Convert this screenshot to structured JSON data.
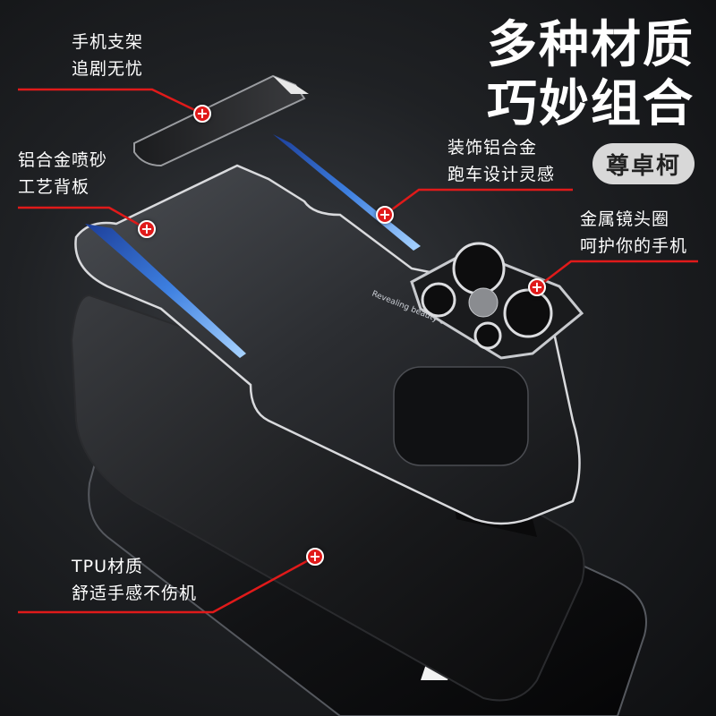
{
  "headline": {
    "line1": "多种材质",
    "line2": "巧妙组合"
  },
  "brand": "尊卓柯",
  "callouts": {
    "stand": {
      "line1": "手机支架",
      "line2": "追剧无忧"
    },
    "backplate": {
      "line1": "铝合金喷砂",
      "line2": "工艺背板"
    },
    "trim": {
      "line1": "装饰铝合金",
      "line2": "跑车设计灵感"
    },
    "lens_ring": {
      "line1": "金属镜头圈",
      "line2": "呵护你的手机"
    },
    "tpu": {
      "line1": "TPU材质",
      "line2": "舒适手感不伤机"
    }
  },
  "plate_text": "Revealing beauty of life",
  "marker_symbol": "+",
  "colors": {
    "marker": "#e01a1a",
    "leader_line": "#e01a1a",
    "accent_blue": "#2f6fd6",
    "badge_bg": "#d8d8d8"
  }
}
